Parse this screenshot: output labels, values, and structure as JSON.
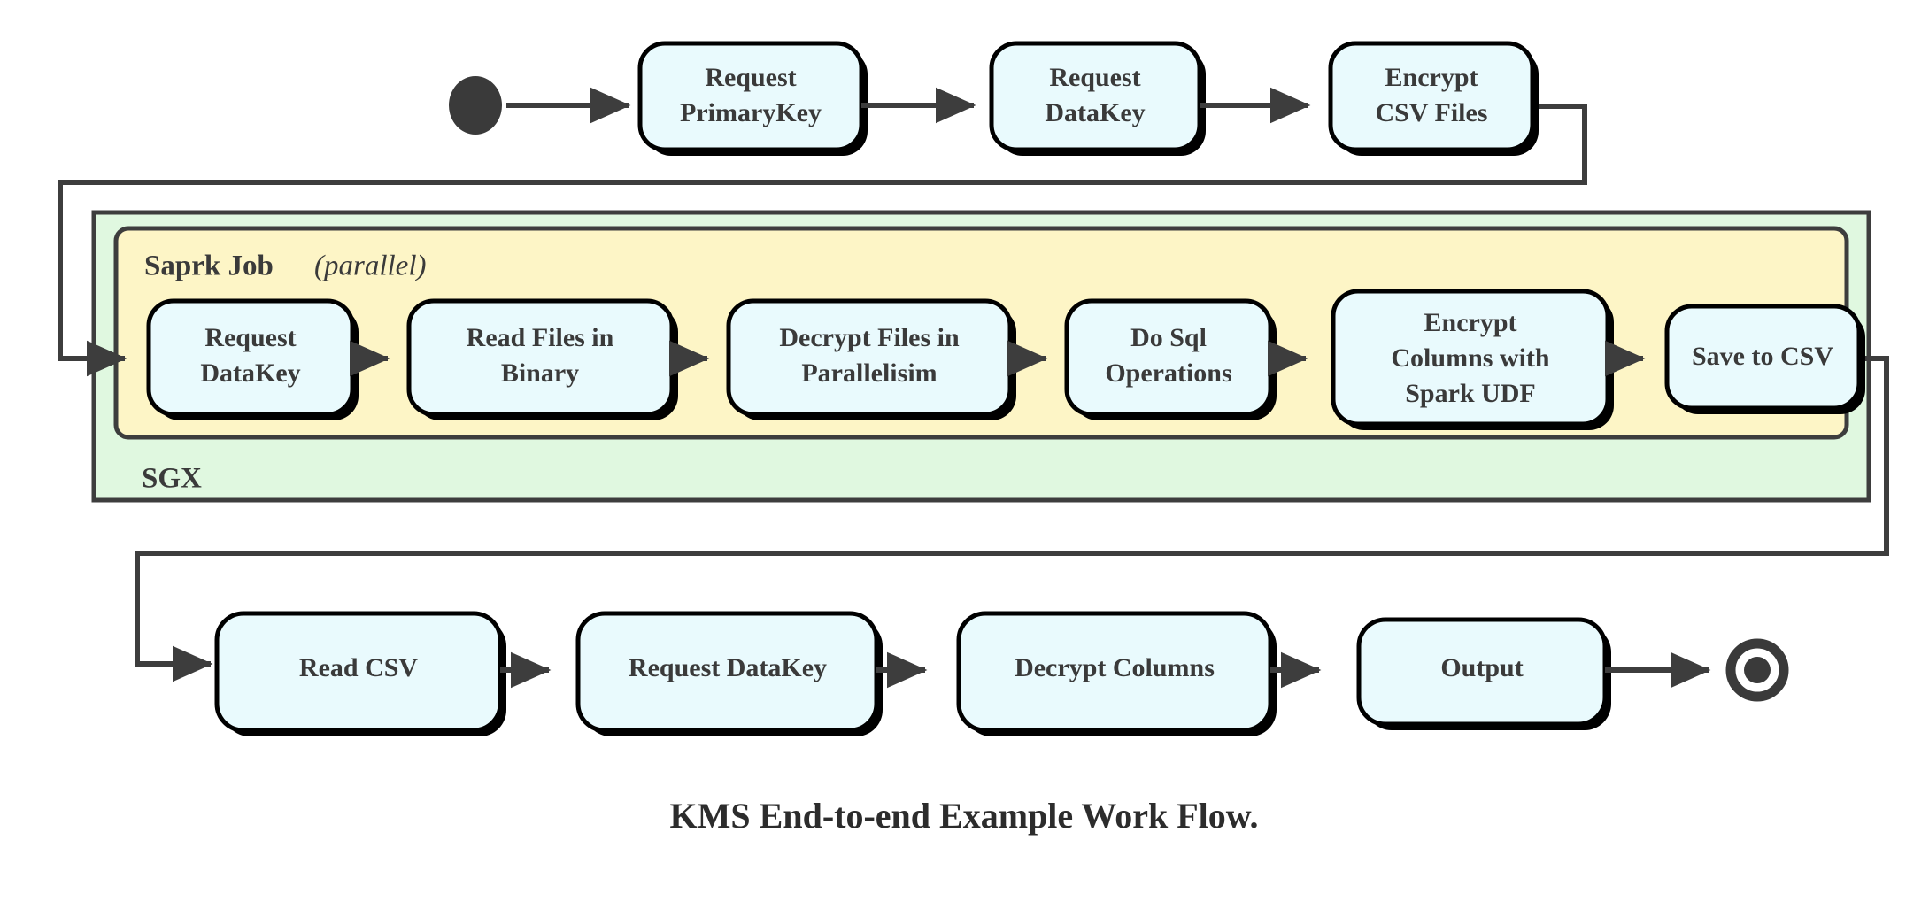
{
  "caption": "KMS End-to-end Example Work Flow.",
  "colors": {
    "node_fill": "#e9fafd",
    "node_stroke": "#000000",
    "sgx_fill": "#e0f8e0",
    "spark_fill": "#fdf5c6",
    "group_stroke": "#3d3d3d",
    "edge": "#3d3d3d",
    "text": "#3a3a3a",
    "background": "#ffffff"
  },
  "markers": {
    "start_label": "start-state",
    "end_label": "end-state"
  },
  "groups": {
    "sgx": {
      "label": "SGX"
    },
    "spark": {
      "label": "Saprk Job",
      "qualifier": "(parallel)"
    }
  },
  "rows": {
    "top": [
      {
        "id": "request-primarykey",
        "line1": "Request",
        "line2": "PrimaryKey"
      },
      {
        "id": "request-datakey-top",
        "line1": "Request",
        "line2": "DataKey"
      },
      {
        "id": "encrypt-csv-files",
        "line1": "Encrypt",
        "line2": "CSV Files"
      }
    ],
    "parallel": [
      {
        "id": "request-datakey-spark",
        "line1": "Request",
        "line2": "DataKey",
        "line3": ""
      },
      {
        "id": "read-files-in-binary",
        "line1": "Read Files in",
        "line2": "Binary",
        "line3": ""
      },
      {
        "id": "decrypt-files-in-parallelisim",
        "line1": "Decrypt Files in",
        "line2": "Parallelisim",
        "line3": ""
      },
      {
        "id": "do-sql-operations",
        "line1": "Do Sql",
        "line2": "Operations",
        "line3": ""
      },
      {
        "id": "encrypt-columns-with-spark-udf",
        "line1": "Encrypt",
        "line2": "Columns with",
        "line3": "Spark UDF"
      },
      {
        "id": "save-to-csv",
        "line1": "Save to CSV",
        "line2": "",
        "line3": ""
      }
    ],
    "bottom": [
      {
        "id": "read-csv",
        "line1": "Read CSV",
        "line2": ""
      },
      {
        "id": "request-datakey-bottom",
        "line1": "Request DataKey",
        "line2": ""
      },
      {
        "id": "decrypt-columns",
        "line1": "Decrypt Columns",
        "line2": ""
      },
      {
        "id": "output",
        "line1": "Output",
        "line2": ""
      }
    ]
  }
}
